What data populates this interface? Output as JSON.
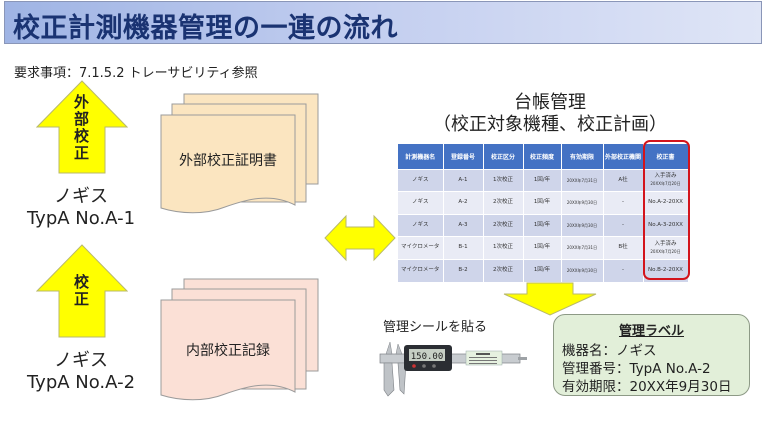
{
  "header": {
    "title": "校正計測機器管理の一連の流れ"
  },
  "requirement": {
    "text": "要求事項：7.1.5.2 トレーサビリティ参照"
  },
  "flows": [
    {
      "arrow_label": "外部校正",
      "device_line1": "ノギス",
      "device_line2": "TypA No.A-1",
      "document_label": "外部校正証明書",
      "document_color": "#fbe5c0"
    },
    {
      "arrow_label": "校正",
      "device_line1": "ノギス",
      "device_line2": "TypA No.A-2",
      "document_label": "内部校正記録",
      "document_color": "#fbe0d6"
    }
  ],
  "ledger": {
    "title_line1": "台帳管理",
    "title_line2": "（校正対象機種、校正計画）",
    "columns": [
      "計測機器名",
      "登録番号",
      "校正区分",
      "校正頻度",
      "有効期限",
      "外部校正機関",
      "校正書"
    ],
    "rows": [
      {
        "name": "ノギス",
        "id": "A-1",
        "type": "1次校正",
        "freq": "1回/年",
        "expiry": "20XX年7月31日",
        "agency": "A社",
        "cert": "入手済み",
        "cert_sub": "20XX年7月20日"
      },
      {
        "name": "ノギス",
        "id": "A-2",
        "type": "2次校正",
        "freq": "1回/年",
        "expiry": "20XX年9月30日",
        "agency": "-",
        "cert": "No.A-2-20XX",
        "cert_sub": ""
      },
      {
        "name": "ノギス",
        "id": "A-3",
        "type": "2次校正",
        "freq": "1回/年",
        "expiry": "20XX年9月30日",
        "agency": "-",
        "cert": "No.A-3-20XX",
        "cert_sub": ""
      },
      {
        "name": "マイクロメータ",
        "id": "B-1",
        "type": "1次校正",
        "freq": "1回/年",
        "expiry": "20XX年7月31日",
        "agency": "B社",
        "cert": "入手済み",
        "cert_sub": "20XX年7月20日"
      },
      {
        "name": "マイクロメータ",
        "id": "B-2",
        "type": "2次校正",
        "freq": "1回/年",
        "expiry": "20XX年9月30日",
        "agency": "-",
        "cert": "No.B-2-20XX",
        "cert_sub": ""
      }
    ],
    "header_color": "#4472c4",
    "highlight_color": "#d3141c"
  },
  "sticker": {
    "caption": "管理シールを貼る",
    "caliper_reading": "150.00"
  },
  "management_label": {
    "title": "管理ラベル",
    "line1": "機器名：ノギス",
    "line2": "管理番号：TypA No.A-2",
    "line3": "有効期限：20XX年9月30日",
    "background": "#e2efd9"
  },
  "colors": {
    "arrow_fill": "#ffff00",
    "title_text": "#1a3372"
  }
}
